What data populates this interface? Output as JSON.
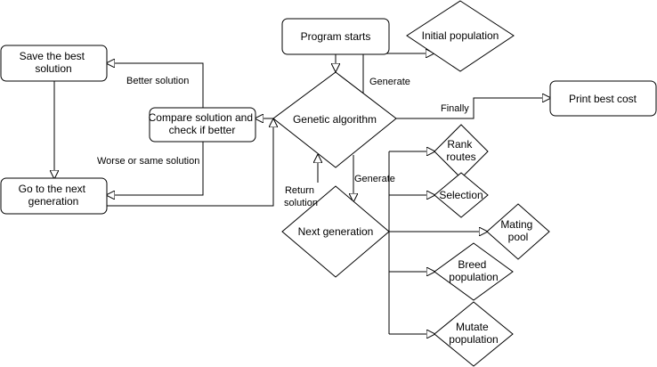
{
  "colors": {
    "stroke": "#000000",
    "fill": "#ffffff",
    "text": "#000000"
  },
  "nodes": {
    "program_starts": "Program starts",
    "initial_population": "Initial population",
    "save_best": [
      "Save the best",
      "solution"
    ],
    "compare": [
      "Compare solution and",
      "check if better"
    ],
    "genetic_algorithm": "Genetic algorithm",
    "print_best_cost": "Print best cost",
    "go_next": [
      "Go to the next",
      "generation"
    ],
    "next_generation": "Next generation",
    "rank_routes": [
      "Rank",
      "routes"
    ],
    "selection": "Selection",
    "mating_pool": [
      "Mating",
      "pool"
    ],
    "breed_population": [
      "Breed",
      "population"
    ],
    "mutate_population": [
      "Mutate",
      "population"
    ]
  },
  "edge_labels": {
    "generate_top": "Generate",
    "finally": "Finally",
    "better_solution": "Better solution",
    "worse_solution": "Worse or same solution",
    "return_solution": [
      "Return",
      "solution"
    ],
    "generate_bottom": "Generate"
  }
}
